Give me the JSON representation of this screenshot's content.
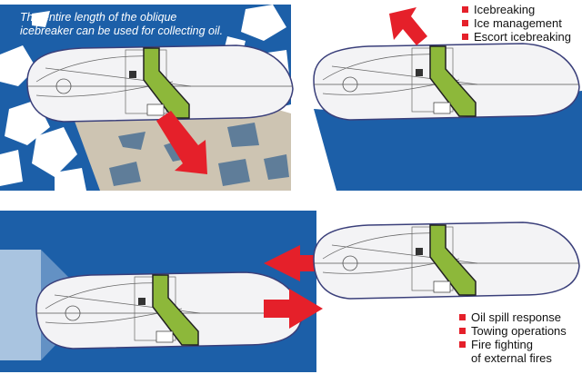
{
  "caption": {
    "line1": "The entire length of the oblique",
    "line2": "icebreaker can be used for collecting oil."
  },
  "top_list": [
    "Icebreaking",
    "Ice management",
    "Escort icebreaking"
  ],
  "bottom_list": {
    "items": [
      "Oil spill response",
      "Towing operations",
      "Fire fighting"
    ],
    "continuation": "of external fires"
  },
  "colors": {
    "water": "#1c5fa8",
    "arrow": "#e5202a",
    "oil": "#cdc4b2",
    "deck": "#8db83a",
    "light_water": "#a9c4e0"
  }
}
